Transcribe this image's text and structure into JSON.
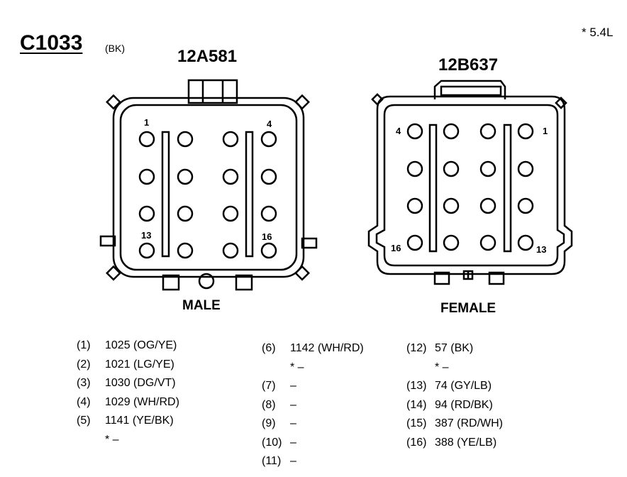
{
  "connector": {
    "id": "C1033",
    "color": "(BK)",
    "note": "* 5.4L"
  },
  "male": {
    "part_number": "12A581",
    "label": "MALE",
    "pin_labels": {
      "tl": "1",
      "tr": "4",
      "bl": "13",
      "br": "16"
    }
  },
  "female": {
    "part_number": "12B637",
    "label": "FEMALE",
    "pin_labels": {
      "tl": "4",
      "tr": "1",
      "bl": "16",
      "br": "13"
    }
  },
  "pins": {
    "col1": [
      {
        "pin": "(1)",
        "circuit": "1025 (OG/YE)"
      },
      {
        "pin": "(2)",
        "circuit": "1021 (LG/YE)"
      },
      {
        "pin": "(3)",
        "circuit": "1030 (DG/VT)"
      },
      {
        "pin": "(4)",
        "circuit": "1029 (WH/RD)"
      },
      {
        "pin": "(5)",
        "circuit": "1141 (YE/BK)"
      }
    ],
    "col1_sub": "* –",
    "col2_first": {
      "pin": "(6)",
      "circuit": "1142 (WH/RD)"
    },
    "col2_sub": "* –",
    "col2": [
      {
        "pin": "(7)",
        "circuit": "–"
      },
      {
        "pin": "(8)",
        "circuit": "–"
      },
      {
        "pin": "(9)",
        "circuit": "–"
      },
      {
        "pin": "(10)",
        "circuit": "–"
      },
      {
        "pin": "(11)",
        "circuit": "–"
      }
    ],
    "col3_first": {
      "pin": "(12)",
      "circuit": "57 (BK)"
    },
    "col3_sub": "* –",
    "col3": [
      {
        "pin": "(13)",
        "circuit": "74 (GY/LB)"
      },
      {
        "pin": "(14)",
        "circuit": "94 (RD/BK)"
      },
      {
        "pin": "(15)",
        "circuit": "387 (RD/WH)"
      },
      {
        "pin": "(16)",
        "circuit": "388 (YE/LB)"
      }
    ]
  }
}
